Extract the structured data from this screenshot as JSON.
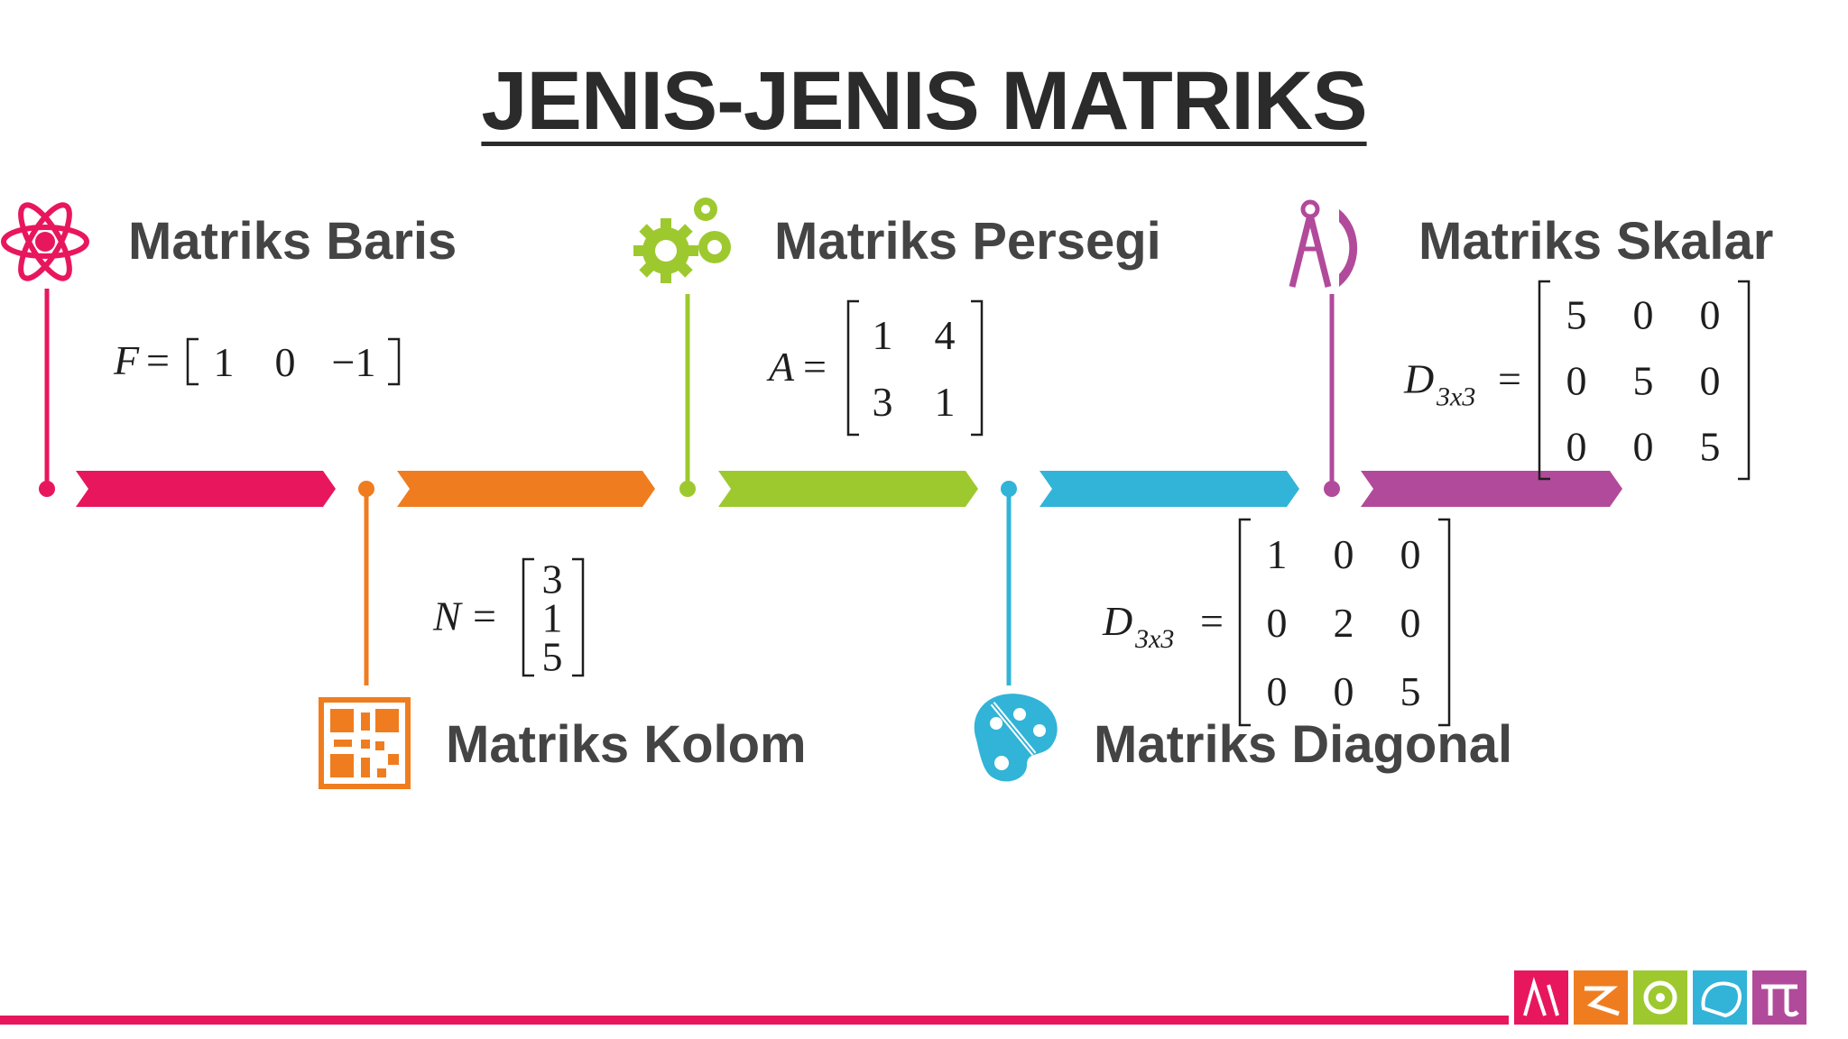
{
  "title": "JENIS-JENIS MATRIKS",
  "colors": {
    "pink": "#e8175d",
    "orange": "#ef7d1f",
    "green": "#9dc92f",
    "cyan": "#31b4d7",
    "purple": "#b24a9b",
    "text": "#444444"
  },
  "items": [
    {
      "label": "Matriks Baris",
      "icon": "atom-icon",
      "eq_lhs": "F",
      "matrix": [
        [
          "1",
          "0",
          "−1"
        ]
      ]
    },
    {
      "label": "Matriks Kolom",
      "icon": "qr-code-icon",
      "eq_lhs": "N",
      "matrix": [
        [
          "3"
        ],
        [
          "1"
        ],
        [
          "5"
        ]
      ]
    },
    {
      "label": "Matriks Persegi",
      "icon": "gears-icon",
      "eq_lhs": "A",
      "matrix": [
        [
          "1",
          "4"
        ],
        [
          "3",
          "1"
        ]
      ]
    },
    {
      "label": "Matriks Diagonal",
      "icon": "paint-palette-icon",
      "eq_lhs": "D",
      "eq_sub": "3x3",
      "matrix": [
        [
          "1",
          "0",
          "0"
        ],
        [
          "0",
          "2",
          "0"
        ],
        [
          "0",
          "0",
          "5"
        ]
      ]
    },
    {
      "label": "Matriks Skalar",
      "icon": "compass-protractor-icon",
      "eq_lhs": "D",
      "eq_sub": "3x3",
      "matrix": [
        [
          "5",
          "0",
          "0"
        ],
        [
          "0",
          "5",
          "0"
        ],
        [
          "0",
          "0",
          "5"
        ]
      ]
    }
  ]
}
